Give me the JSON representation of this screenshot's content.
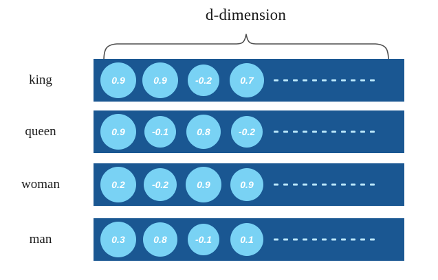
{
  "title": "d-dimension",
  "colors": {
    "bar_fill": "#1a5792",
    "circle_fill": "#79d2f4",
    "circle_text": "#ffffff",
    "label_text": "#1c1c1c",
    "brace_stroke": "#4d4d4d",
    "dash": "#b9e6f9",
    "background": "#ffffff"
  },
  "chart_data": {
    "type": "table",
    "title": "d-dimension",
    "xlabel": "d-dimension",
    "ylabel": "",
    "categories": [
      "king",
      "queen",
      "woman",
      "man"
    ],
    "series": [
      {
        "name": "king",
        "values": [
          0.9,
          0.9,
          -0.2,
          0.7
        ]
      },
      {
        "name": "queen",
        "values": [
          0.9,
          -0.1,
          0.8,
          -0.2
        ]
      },
      {
        "name": "woman",
        "values": [
          0.2,
          -0.2,
          0.9,
          0.9
        ]
      },
      {
        "name": "man",
        "values": [
          0.3,
          0.8,
          -0.1,
          0.1
        ]
      }
    ],
    "truncated": true,
    "truncation_marker": "dashed-ellipsis",
    "legend": "none",
    "grid": false
  },
  "rows": [
    {
      "label": "king",
      "cells": [
        {
          "value": "0.9",
          "size": 52
        },
        {
          "value": "0.9",
          "size": 52
        },
        {
          "value": "-0.2",
          "size": 46
        },
        {
          "value": "0.7",
          "size": 50
        }
      ],
      "dash_count": 11
    },
    {
      "label": "queen",
      "cells": [
        {
          "value": "0.9",
          "size": 52
        },
        {
          "value": "-0.1",
          "size": 46
        },
        {
          "value": "0.8",
          "size": 50
        },
        {
          "value": "-0.2",
          "size": 46
        }
      ],
      "dash_count": 11
    },
    {
      "label": "woman",
      "cells": [
        {
          "value": "0.2",
          "size": 52
        },
        {
          "value": "-0.2",
          "size": 48
        },
        {
          "value": "0.9",
          "size": 52
        },
        {
          "value": "0.9",
          "size": 48
        }
      ],
      "dash_count": 11
    },
    {
      "label": "man",
      "cells": [
        {
          "value": "0.3",
          "size": 52
        },
        {
          "value": "0.8",
          "size": 50
        },
        {
          "value": "-0.1",
          "size": 46
        },
        {
          "value": "0.1",
          "size": 48
        }
      ],
      "dash_count": 11
    }
  ]
}
